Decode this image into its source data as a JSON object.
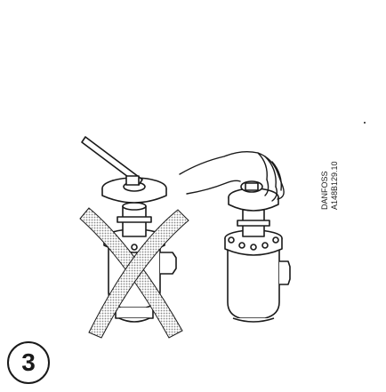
{
  "step": {
    "number": "3"
  },
  "reference": {
    "brand": "DANFOSS",
    "code": "A148B129.10"
  },
  "panels": [
    {
      "name": "wrong-method",
      "shows": "valve-with-lever-wrench",
      "crossed_out": true
    },
    {
      "name": "correct-method",
      "shows": "valve-turned-by-hand",
      "crossed_out": false
    }
  ],
  "colors": {
    "line": "#1a1a1a",
    "cross_pattern": "#9a9a9a",
    "background": "#ffffff"
  }
}
